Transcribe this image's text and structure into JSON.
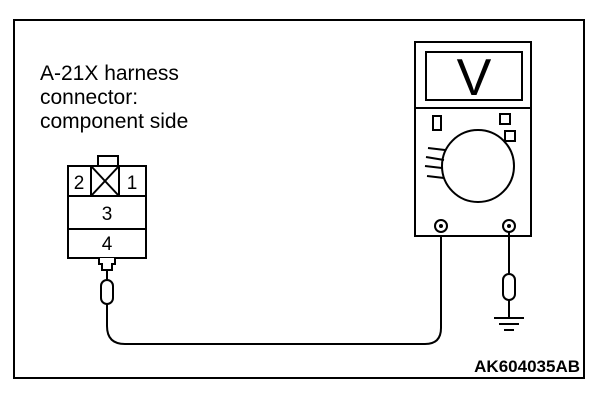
{
  "connector": {
    "caption_line1": "A-21X harness",
    "caption_line2": "connector:",
    "caption_line3": "component side",
    "pins": {
      "pin_2": "2",
      "pin_1": "1",
      "pin_3": "3",
      "pin_4": "4"
    }
  },
  "multimeter": {
    "mode_symbol": "V"
  },
  "figure_id": "AK604035AB",
  "colors": {
    "stroke": "#000000",
    "background": "#ffffff"
  }
}
